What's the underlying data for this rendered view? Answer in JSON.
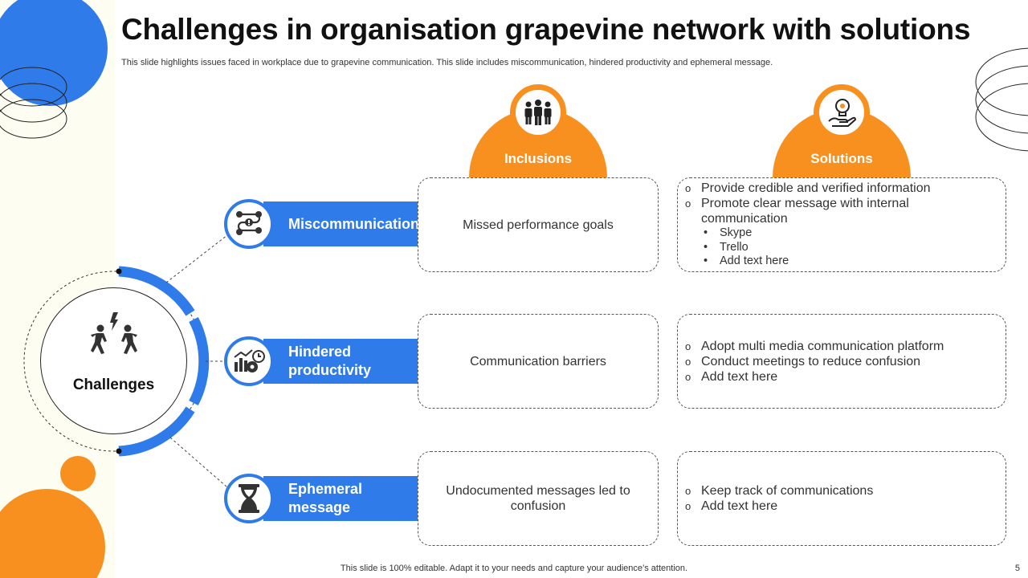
{
  "title": "Challenges in organisation grapevine network with solutions",
  "subtitle": "This slide highlights issues faced in workplace due to grapevine communication. This slide includes miscommunication, hindered productivity and ephemeral message.",
  "headers": {
    "inclusions": {
      "label": "Inclusions",
      "icon": "team-icon"
    },
    "solutions": {
      "label": "Solutions",
      "icon": "idea-bulb-hand-icon"
    }
  },
  "hub": {
    "label": "Challenges",
    "icon": "conflict-people-icon"
  },
  "rows": [
    {
      "challenge": "Miscommunication",
      "icon": "flow-chat-icon",
      "inclusion": "Missed performance goals",
      "solutions": [
        "Provide credible and verified information",
        "Promote clear message with internal communication"
      ],
      "sub_items": [
        "Skype",
        "Trello",
        "Add text here"
      ]
    },
    {
      "challenge": "Hindered productivity",
      "icon": "chart-gear-clock-icon",
      "inclusion": "Communication barriers",
      "solutions": [
        "Adopt multi media communication platform",
        "Conduct meetings to reduce confusion",
        "Add text here"
      ]
    },
    {
      "challenge": "Ephemeral message",
      "icon": "hourglass-icon",
      "inclusion": "Undocumented messages led to confusion",
      "solutions": [
        "Keep track of communications",
        "Add text here"
      ]
    }
  ],
  "bullet_marker": "o",
  "sub_bullet_marker": "•",
  "footer": "This slide is 100% editable. Adapt it to your needs and capture your audience’s attention.",
  "page_number": "5",
  "colors": {
    "blue": "#2f7bea",
    "orange": "#f7901e",
    "cream": "#fdfdf1"
  }
}
